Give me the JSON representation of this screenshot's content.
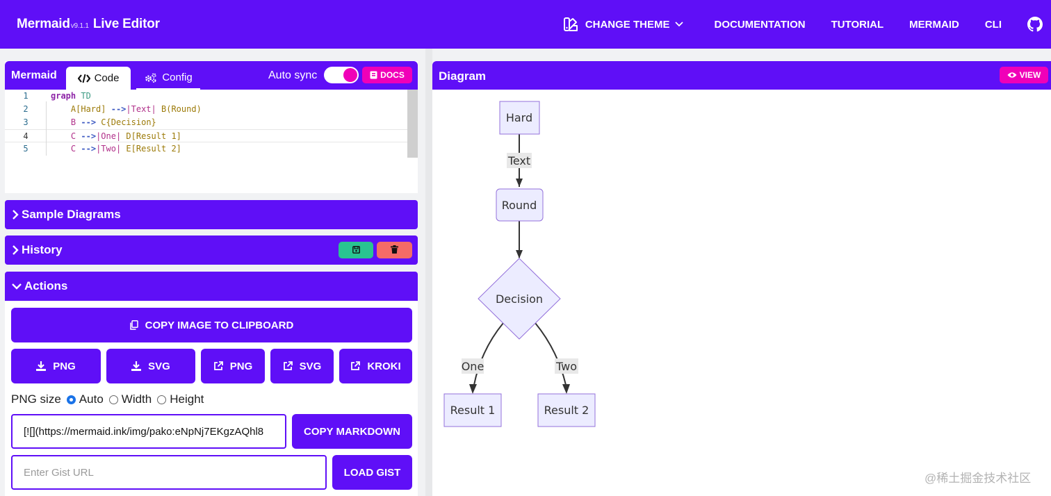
{
  "navbar": {
    "brand": "Mermaid",
    "version": "v9.1.1",
    "brand_suffix": "Live Editor",
    "links": [
      "CHANGE THEME",
      "DOCUMENTATION",
      "TUTORIAL",
      "MERMAID",
      "CLI"
    ],
    "icons": {
      "theme": "theme-swatch-icon",
      "dropdown": "chevron-down-icon",
      "github": "github-icon"
    }
  },
  "editor": {
    "title": "Mermaid",
    "tabs": [
      {
        "label": "Code",
        "icon": "code-icon"
      },
      {
        "label": "Config",
        "icon": "cogs-icon"
      }
    ],
    "autosync_label": "Auto sync",
    "autosync_on": true,
    "docs_label": "DOCS",
    "lines": [
      {
        "number": "1",
        "text": "graph TD"
      },
      {
        "number": "2",
        "text": "    A[Hard] -->|Text| B(Round)"
      },
      {
        "number": "3",
        "text": "    B --> C{Decision}"
      },
      {
        "number": "4",
        "text": "    C -->|One| D[Result 1]"
      },
      {
        "number": "5",
        "text": "    C -->|Two| E[Result 2]"
      }
    ],
    "active_line": 4
  },
  "panels": {
    "sample_diagrams": "Sample Diagrams",
    "history": "History",
    "actions": "Actions",
    "history_buttons": {
      "save": "save-icon",
      "delete": "trash-icon"
    }
  },
  "actions": {
    "copy_image": "COPY IMAGE TO CLIPBOARD",
    "downloads": [
      {
        "label": "PNG",
        "icon": "download-icon"
      },
      {
        "label": "SVG",
        "icon": "download-icon"
      }
    ],
    "externals": [
      {
        "label": "PNG",
        "icon": "external-link-icon"
      },
      {
        "label": "SVG",
        "icon": "external-link-icon"
      },
      {
        "label": "KROKI",
        "icon": "external-link-icon"
      }
    ],
    "png_size_label": "PNG size",
    "png_size_options": [
      "Auto",
      "Width",
      "Height"
    ],
    "png_size_selected": "Auto",
    "markdown_value": "[![](https://mermaid.ink/img/pako:eNpNj7EKgzAQhl8",
    "copy_markdown": "COPY MARKDOWN",
    "gist_placeholder": "Enter Gist URL",
    "load_gist": "LOAD GIST"
  },
  "diagram": {
    "title": "Diagram",
    "view_label": "VIEW",
    "nodes": {
      "hard": "Hard",
      "round": "Round",
      "decision": "Decision",
      "result1": "Result 1",
      "result2": "Result 2"
    },
    "edge_labels": {
      "text": "Text",
      "one": "One",
      "two": "Two"
    },
    "colors": {
      "node_fill": "#ececff",
      "node_stroke": "#9370db",
      "edge": "#333333"
    }
  },
  "watermark": "@稀土掘金技术社区",
  "colors": {
    "primary": "#5f0ff7",
    "accent": "#f000b8",
    "save": "#29c491",
    "delete": "#f56b67"
  }
}
